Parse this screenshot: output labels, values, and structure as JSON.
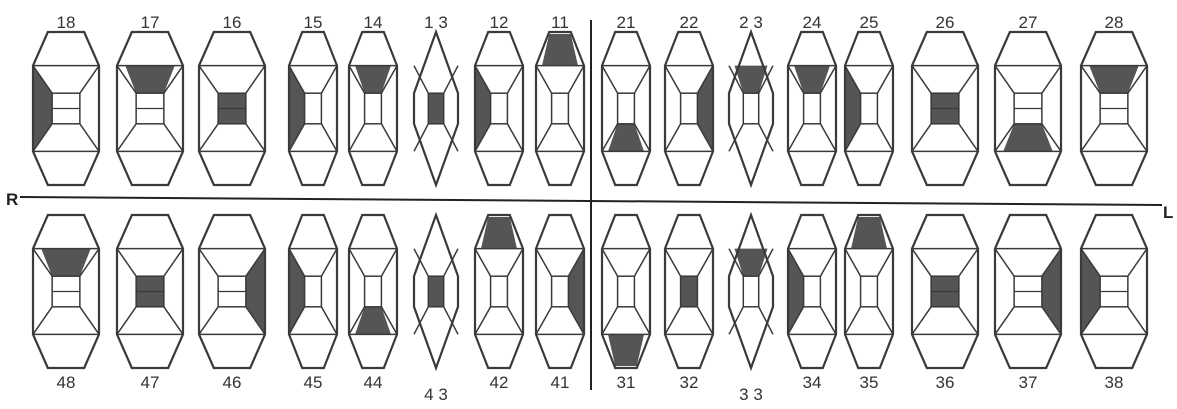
{
  "side_labels": {
    "right": "R",
    "left": "L"
  },
  "upper_labels": [
    "18",
    "17",
    "16",
    "15",
    "14",
    "1 3",
    "12",
    "11",
    "21",
    "22",
    "2 3",
    "24",
    "25",
    "26",
    "27",
    "28"
  ],
  "lower_labels": [
    "48",
    "47",
    "46",
    "45",
    "44",
    "4 3",
    "42",
    "41",
    "31",
    "32",
    "3 3",
    "34",
    "35",
    "36",
    "37",
    "38"
  ],
  "colors": {
    "ink": "#3a3a3a",
    "shade": "#555555",
    "shade_soft": "#7a7a7a"
  }
}
